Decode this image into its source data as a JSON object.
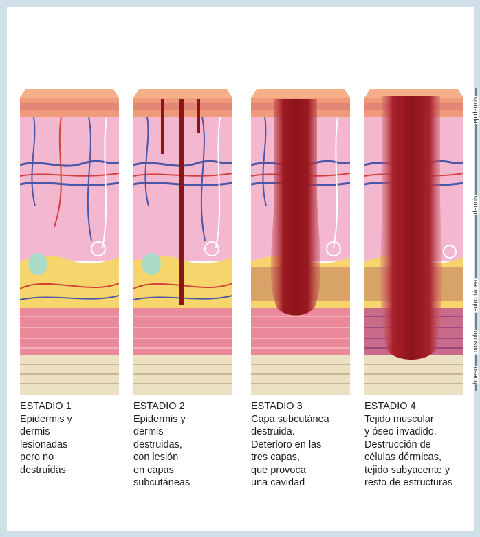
{
  "stages": [
    {
      "title": "ESTADIO 1",
      "lines": [
        "Epidermis y",
        "dermis",
        "lesionadas",
        "pero no",
        "destruidas"
      ]
    },
    {
      "title": "ESTADIO 2",
      "lines": [
        "Epidermis y",
        "dermis",
        "destruidas,",
        "con lesión",
        "en capas",
        "subcutáneas"
      ]
    },
    {
      "title": "ESTADIO 3",
      "lines": [
        "Capa subcutánea",
        "destruida.",
        "Deterioro en las",
        "tres capas,",
        "que provoca",
        "una cavidad"
      ]
    },
    {
      "title": "ESTADIO 4",
      "lines": [
        "Tejido muscular",
        "y óseo invadido.",
        "Destrucción de",
        "células dérmicas,",
        "tejido subyacente y",
        "resto de estructuras"
      ]
    }
  ],
  "scale_labels": {
    "epidermis": "epidermis",
    "dermis": "dermis",
    "subcutanea": "subcutánea",
    "musculo": "músculo",
    "hueso": "hueso"
  },
  "colors": {
    "background_border": "#cfe0e8",
    "epidermis": "#f0a07a",
    "dermis": "#f2b4cc",
    "subcutaneous": "#f6d268",
    "muscle": "#e68294",
    "bone": "#ece0c2",
    "wound": "#8c1418",
    "vein": "#4a56a8",
    "artery": "#d2403c"
  }
}
